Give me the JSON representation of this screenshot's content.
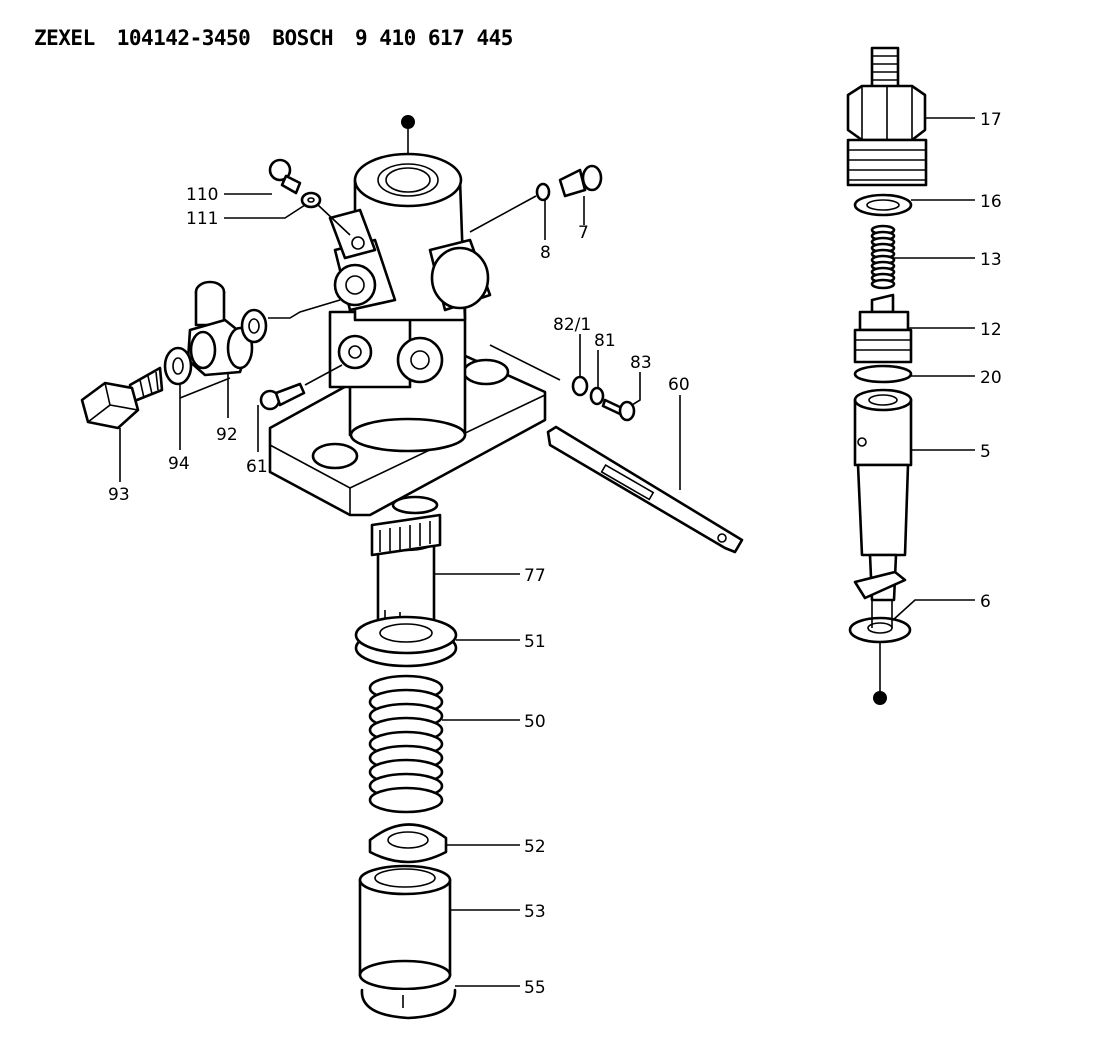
{
  "header": {
    "brand1": "ZEXEL",
    "part1": "104142-3450",
    "brand2": "BOSCH",
    "part2": "9 410 617 445"
  },
  "labels": {
    "l110": "110",
    "l111": "111",
    "l8": "8",
    "l7": "7",
    "l82_1": "82/1",
    "l81": "81",
    "l83": "83",
    "l60": "60",
    "l93": "93",
    "l94": "94",
    "l92": "92",
    "l61": "61",
    "l77": "77",
    "l51": "51",
    "l50": "50",
    "l52": "52",
    "l53": "53",
    "l55": "55",
    "l17": "17",
    "l16": "16",
    "l13": "13",
    "l12": "12",
    "l20": "20",
    "l5": "5",
    "l6": "6"
  }
}
